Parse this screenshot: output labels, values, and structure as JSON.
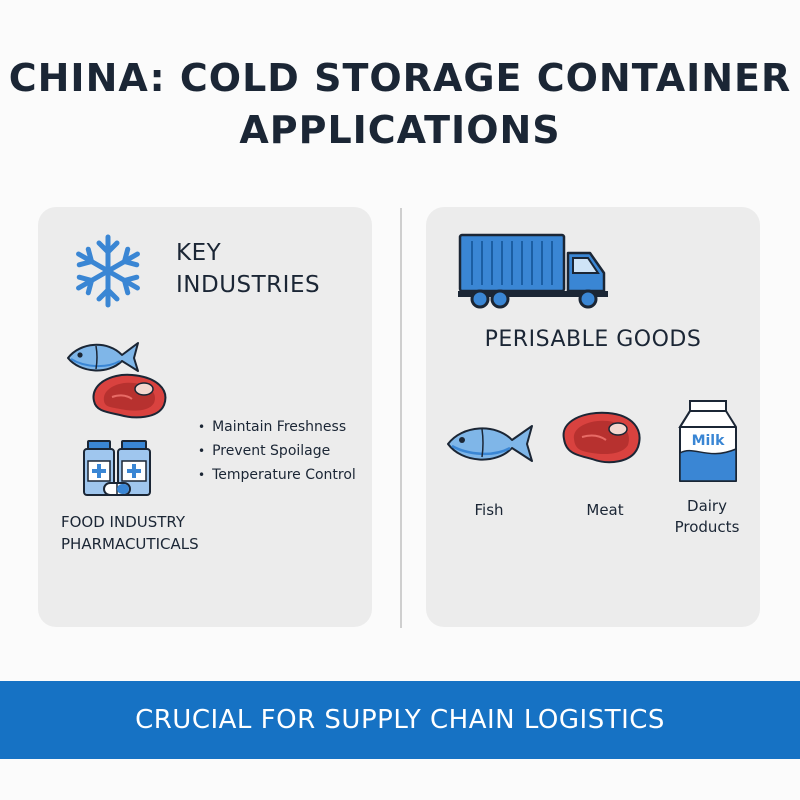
{
  "title": {
    "line1": "CHINA: COLD STORAGE CONTAINER",
    "line2": "APPLICATIONS"
  },
  "left_panel": {
    "heading_line1": "KEY",
    "heading_line2": "INDUSTRIES",
    "bullets": [
      "Maintain Freshness",
      "Prevent Spoilage",
      "Temperature Control"
    ],
    "industries": [
      "FOOD INDUSTRY",
      "PHARMACUTICALS"
    ],
    "icons": [
      "snowflake-icon",
      "fish-icon",
      "steak-icon",
      "medicine-bottles-icon"
    ]
  },
  "right_panel": {
    "heading": "PERISABLE GOODS",
    "goods": [
      {
        "label": "Fish",
        "icon": "fish-icon"
      },
      {
        "label": "Meat",
        "icon": "steak-icon"
      },
      {
        "label_line1": "Dairy",
        "label_line2": "Products",
        "icon": "milk-carton-icon"
      }
    ],
    "milk_text": "Milk",
    "icons": [
      "truck-icon"
    ]
  },
  "banner": {
    "text": "CRUCIAL FOR SUPPLY CHAIN LOGISTICS"
  },
  "colors": {
    "accent_blue": "#1672c4",
    "icon_blue": "#3a86d4",
    "meat_red": "#c63a3a",
    "panel_bg": "#ececec",
    "text_dark": "#1b2635"
  }
}
